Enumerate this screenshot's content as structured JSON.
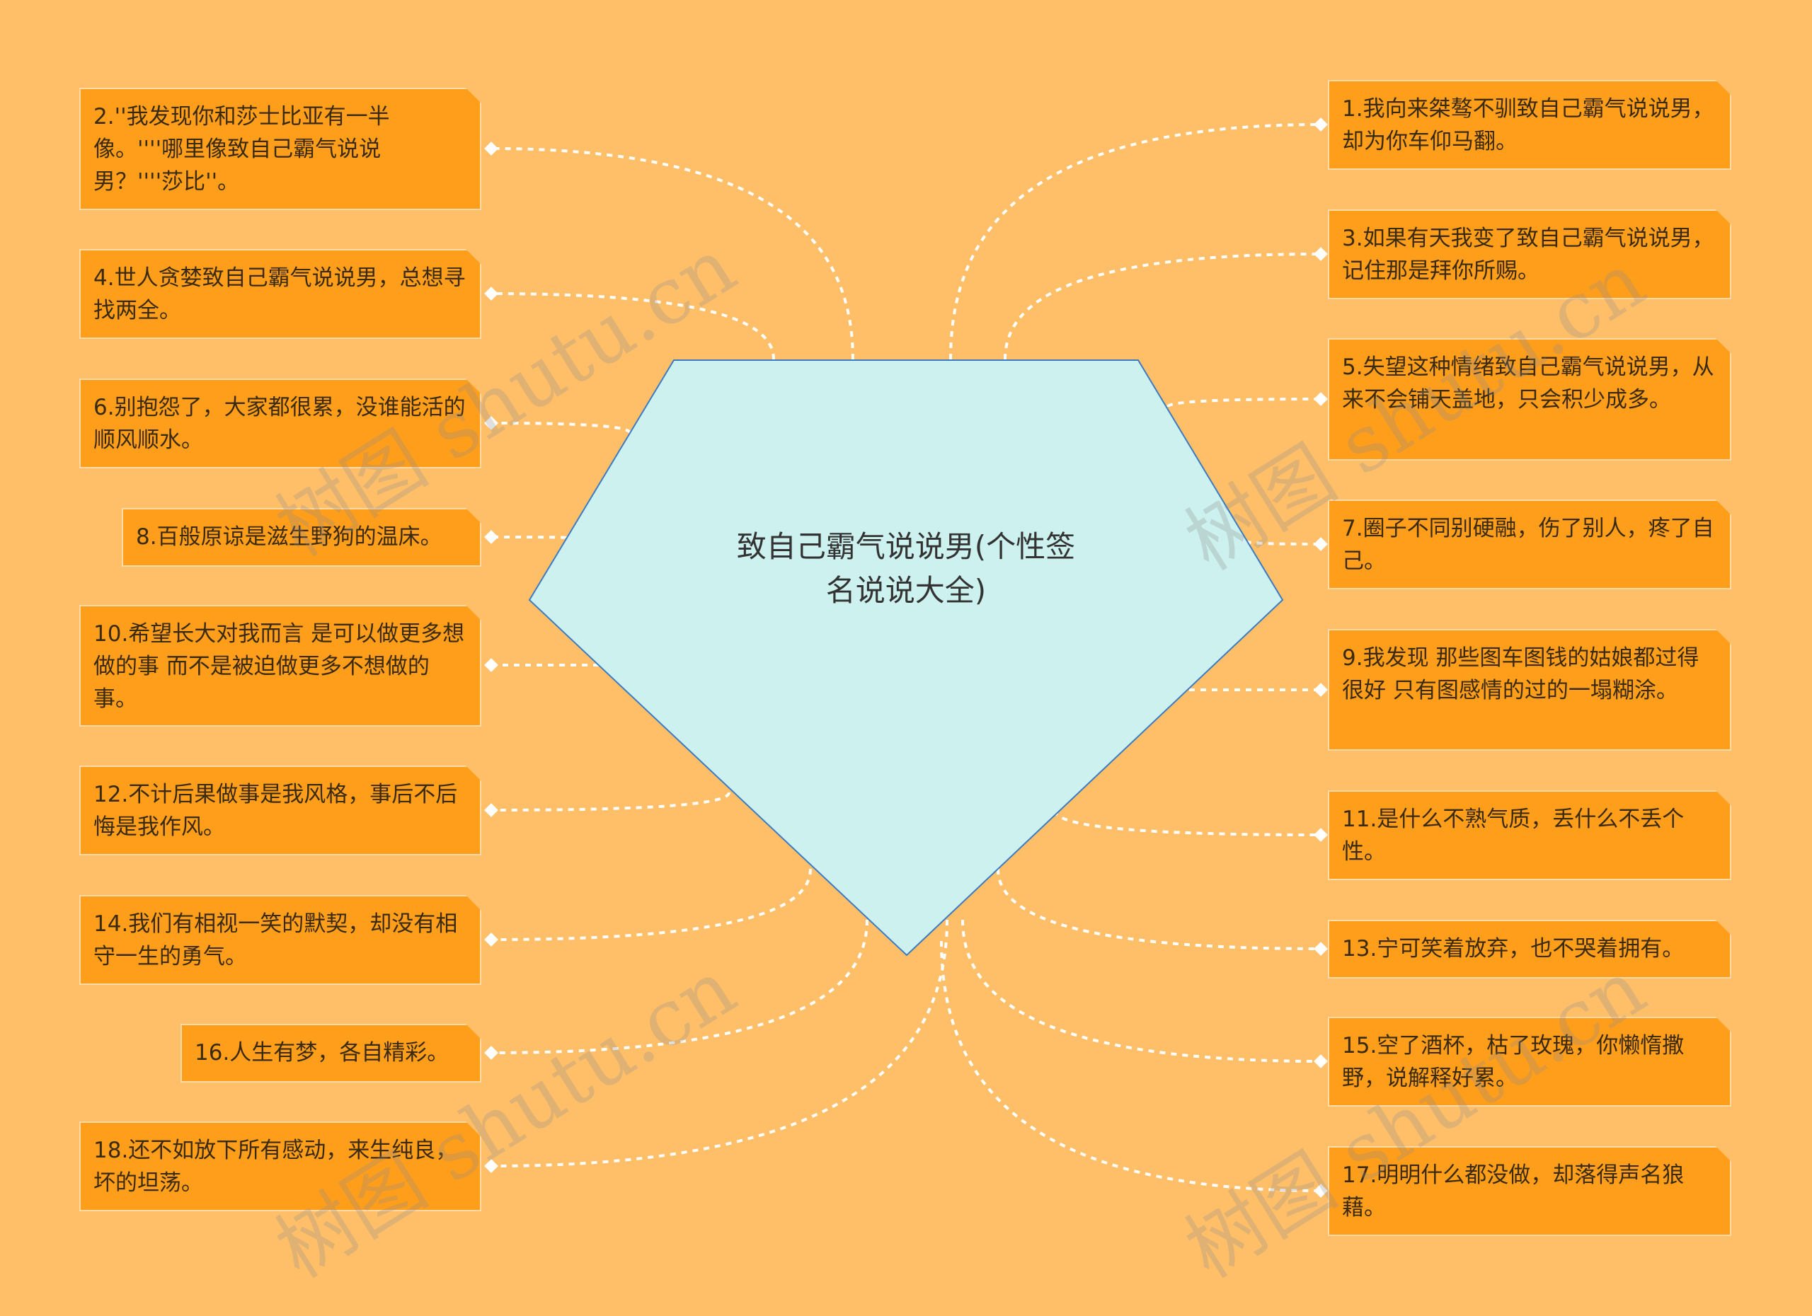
{
  "center": {
    "line1": "致自己霸气说说男(个性签",
    "line2": "名说说大全)"
  },
  "left_nodes": [
    {
      "text": "2.''我发现你和莎士比亚有一半像。''''哪里像致自己霸气说说男？''''莎比''。"
    },
    {
      "text": "4.世人贪婪致自己霸气说说男，总想寻找两全。"
    },
    {
      "text": "6.别抱怨了，大家都很累，没谁能活的顺风顺水。"
    },
    {
      "text": "8.百般原谅是滋生野狗的温床。"
    },
    {
      "text": "10.希望长大对我而言 是可以做更多想做的事 而不是被迫做更多不想做的事。"
    },
    {
      "text": "12.不计后果做事是我风格，事后不后悔是我作风。"
    },
    {
      "text": "14.我们有相视一笑的默契，却没有相守一生的勇气。"
    },
    {
      "text": "16.人生有梦，各自精彩。"
    },
    {
      "text": "18.还不如放下所有感动，来生纯良，坏的坦荡。"
    }
  ],
  "right_nodes": [
    {
      "text": "1.我向来桀骜不驯致自己霸气说说男，却为你车仰马翻。"
    },
    {
      "text": "3.如果有天我变了致自己霸气说说男，记住那是拜你所赐。"
    },
    {
      "text": "5.失望这种情绪致自己霸气说说男，从来不会铺天盖地，只会积少成多。"
    },
    {
      "text": "7.圈子不同别硬融，伤了别人，疼了自己。"
    },
    {
      "text": "9.我发现 那些图车图钱的姑娘都过得很好 只有图感情的过的一塌糊涂。"
    },
    {
      "text": "11.是什么不熟气质，丢什么不丢个性。"
    },
    {
      "text": "13.宁可笑着放弃，也不哭着拥有。"
    },
    {
      "text": "15.空了酒杯，枯了玫瑰，你懒惰撒野，说解释好累。"
    },
    {
      "text": "17.明明什么都没做，却落得声名狼藉。"
    }
  ],
  "watermark": "树图 shutu.cn",
  "colors": {
    "background": "#FFBF69",
    "node_fill": "#FF9E1B",
    "node_border": "#FFD9A6",
    "center_fill": "#CCF1EE",
    "center_stroke": "#3B7BC4",
    "link": "#FFFFFF"
  }
}
